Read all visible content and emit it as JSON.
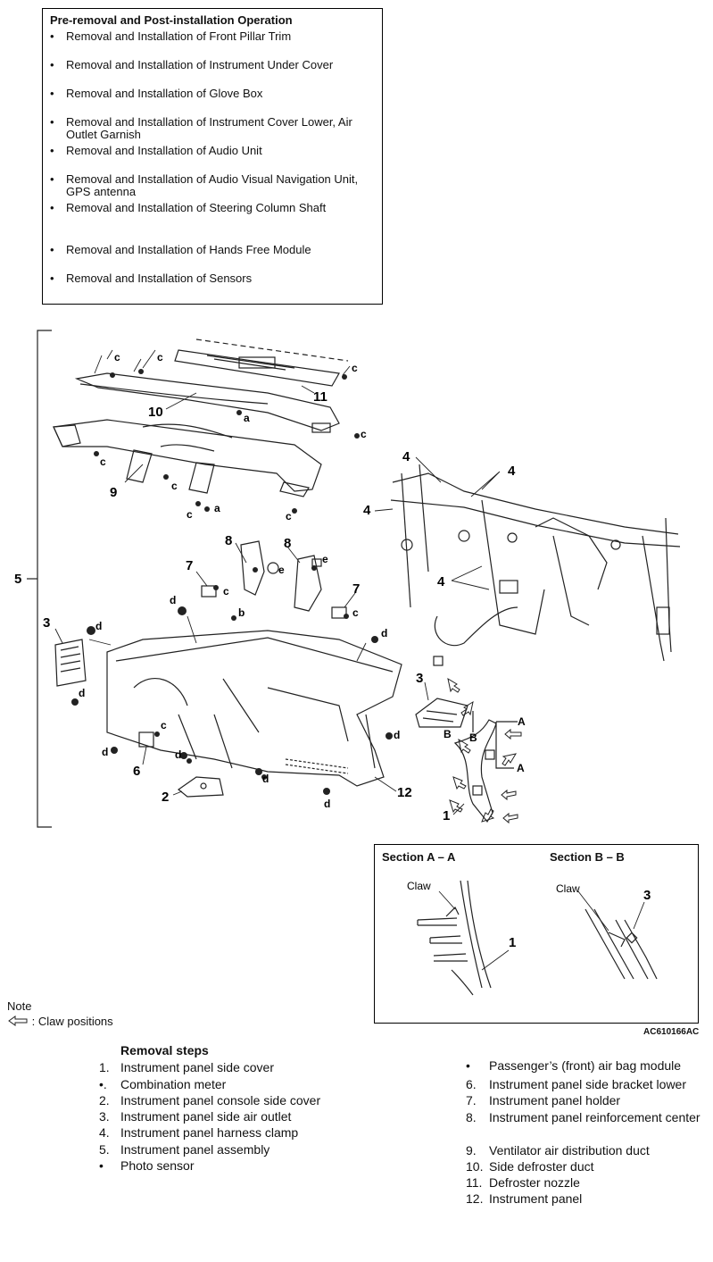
{
  "pre_op": {
    "title": "Pre-removal and Post-installation Operation",
    "items": [
      {
        "bullet": "•",
        "text": "Removal and Installation of Front Pillar Trim"
      },
      {
        "bullet": "•",
        "text": "Removal and Installation of Instrument Under Cover"
      },
      {
        "bullet": "•",
        "text": "Removal and Installation of Glove Box"
      },
      {
        "bullet": "•",
        "text": "Removal and Installation of Instrument Cover Lower, Air Outlet Garnish"
      },
      {
        "bullet": "•",
        "text": "Removal and Installation of Audio Unit"
      },
      {
        "bullet": "•",
        "text": "Removal and Installation of Audio Visual Navigation Unit, GPS antenna"
      },
      {
        "bullet": "•",
        "text": "Removal and Installation of Steering Column Shaft"
      },
      {
        "bullet": "•",
        "text": "Removal and Installation of Hands Free Module"
      },
      {
        "bullet": "•",
        "text": "Removal and Installation of Sensors"
      }
    ]
  },
  "diagram": {
    "part_labels": {
      "p1": "1",
      "p2": "2",
      "p3": "3",
      "p3b": "3",
      "p4": "4",
      "p5": "5",
      "p6": "6",
      "p7": "7",
      "p8": "8",
      "p9": "9",
      "p10": "10",
      "p11": "11",
      "p12": "12"
    },
    "fastener_labels": {
      "a": "a",
      "b": "b",
      "c": "c",
      "d": "d",
      "e": "e"
    },
    "section_markers": {
      "A": "A",
      "B": "B"
    }
  },
  "sections": {
    "aa_title": "Section A – A",
    "bb_title": "Section B – B",
    "claw": "Claw",
    "aa_part": "1",
    "bb_part": "3"
  },
  "note": {
    "title": "Note",
    "legend_text": ": Claw positions"
  },
  "figure_code": "AC610166AC",
  "removal": {
    "title": "Removal steps",
    "left": [
      {
        "num": "1.",
        "text": "Instrument panel side cover"
      },
      {
        "num": "•.",
        "text": "Combination meter"
      },
      {
        "num": "2.",
        "text": "Instrument panel console side cover"
      },
      {
        "num": "3.",
        "text": "Instrument panel side air outlet"
      },
      {
        "num": "4.",
        "text": "Instrument panel harness clamp"
      },
      {
        "num": "5.",
        "text": "Instrument panel assembly"
      },
      {
        "num": "•",
        "text": "Photo sensor"
      }
    ],
    "right": [
      {
        "num": "•",
        "text": "Passenger’s (front) air bag module"
      },
      {
        "num": "6.",
        "text": "Instrument panel side bracket lower"
      },
      {
        "num": "7.",
        "text": "Instrument panel holder"
      },
      {
        "num": "8.",
        "text": "Instrument panel reinforcement center"
      },
      {
        "num": "9.",
        "text": "Ventilator air distribution duct"
      },
      {
        "num": "10.",
        "text": "Side defroster duct"
      },
      {
        "num": "11.",
        "text": "Defroster nozzle"
      },
      {
        "num": "12.",
        "text": "Instrument panel"
      }
    ]
  }
}
